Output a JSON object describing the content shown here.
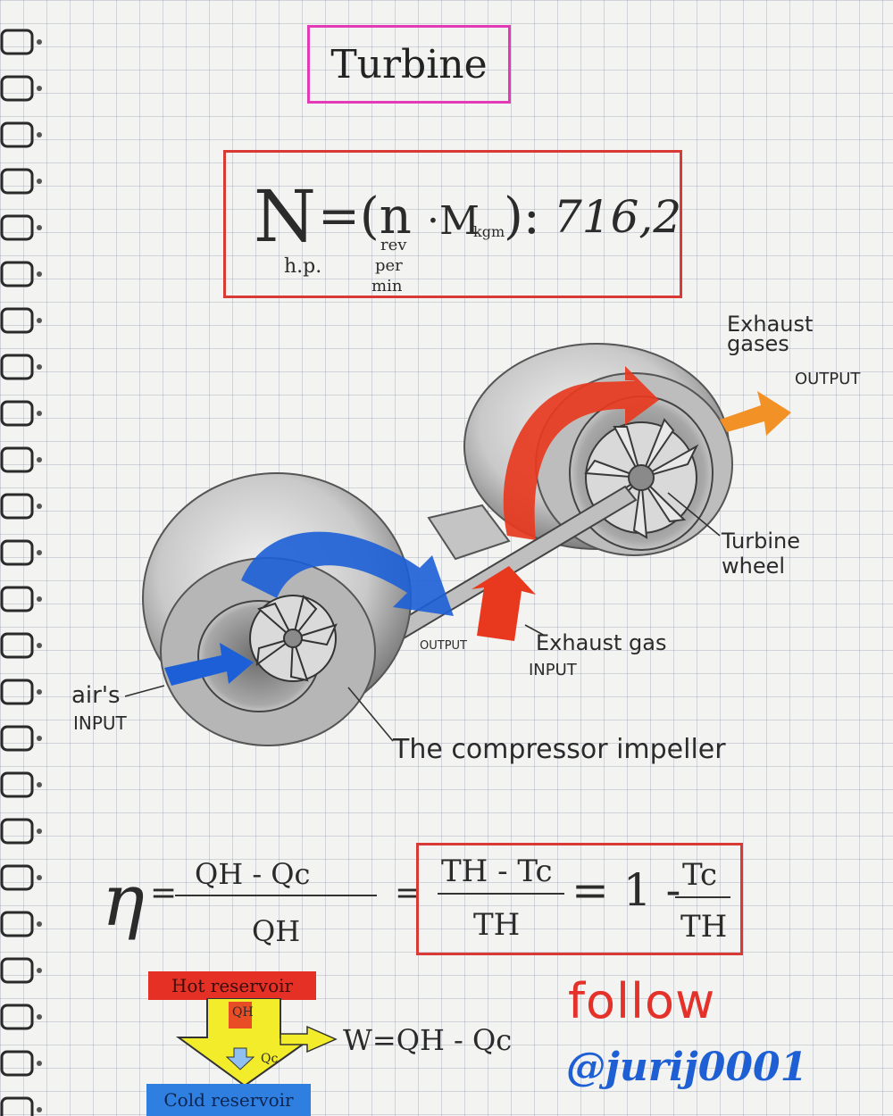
{
  "title": "Turbine",
  "power_formula": {
    "lhs_main": "N",
    "lhs_sub": "h.p.",
    "rhs_open": "=(n",
    "rpm_sub_1": "rev",
    "rpm_sub_2": "per",
    "rpm_sub_3": "min",
    "torque": "·M",
    "torque_sub": "kgm",
    "rhs_close": "):",
    "constant": "716,2"
  },
  "diagram_labels": {
    "exhaust_gases": "Exhaust gases",
    "output_right": "OUTPUT",
    "turbine_wheel": "Turbine wheel",
    "exhaust_gas_input_1": "Exhaust gas",
    "exhaust_gas_input_2": "INPUT",
    "output_small": "OUTPUT",
    "air_input_1": "air's",
    "air_input_2": "INPUT",
    "compressor_impeller": "The compressor impeller"
  },
  "efficiency": {
    "eta": "η",
    "eq1": "=",
    "num1": "QH - Qc",
    "den1": "QH",
    "eq2": "=",
    "num2": "TH - Tc",
    "den2": "TH",
    "eq3": "= 1 -",
    "num3": "Tc",
    "den3": "TH"
  },
  "reservoir": {
    "hot": "Hot reservoir",
    "cold": "Cold reservoir",
    "qh": "QH",
    "qc": "Qc",
    "work": "W=QH - Qc"
  },
  "follow": "follow",
  "handle": "@jurij0001",
  "colors": {
    "title_border": "#e33bb8",
    "formula_border": "#d93a36",
    "hot_flow": "#e8391f",
    "cold_flow": "#1d5fd6",
    "output_arrow": "#f29126",
    "yellow_arrow": "#f3ec2a"
  }
}
